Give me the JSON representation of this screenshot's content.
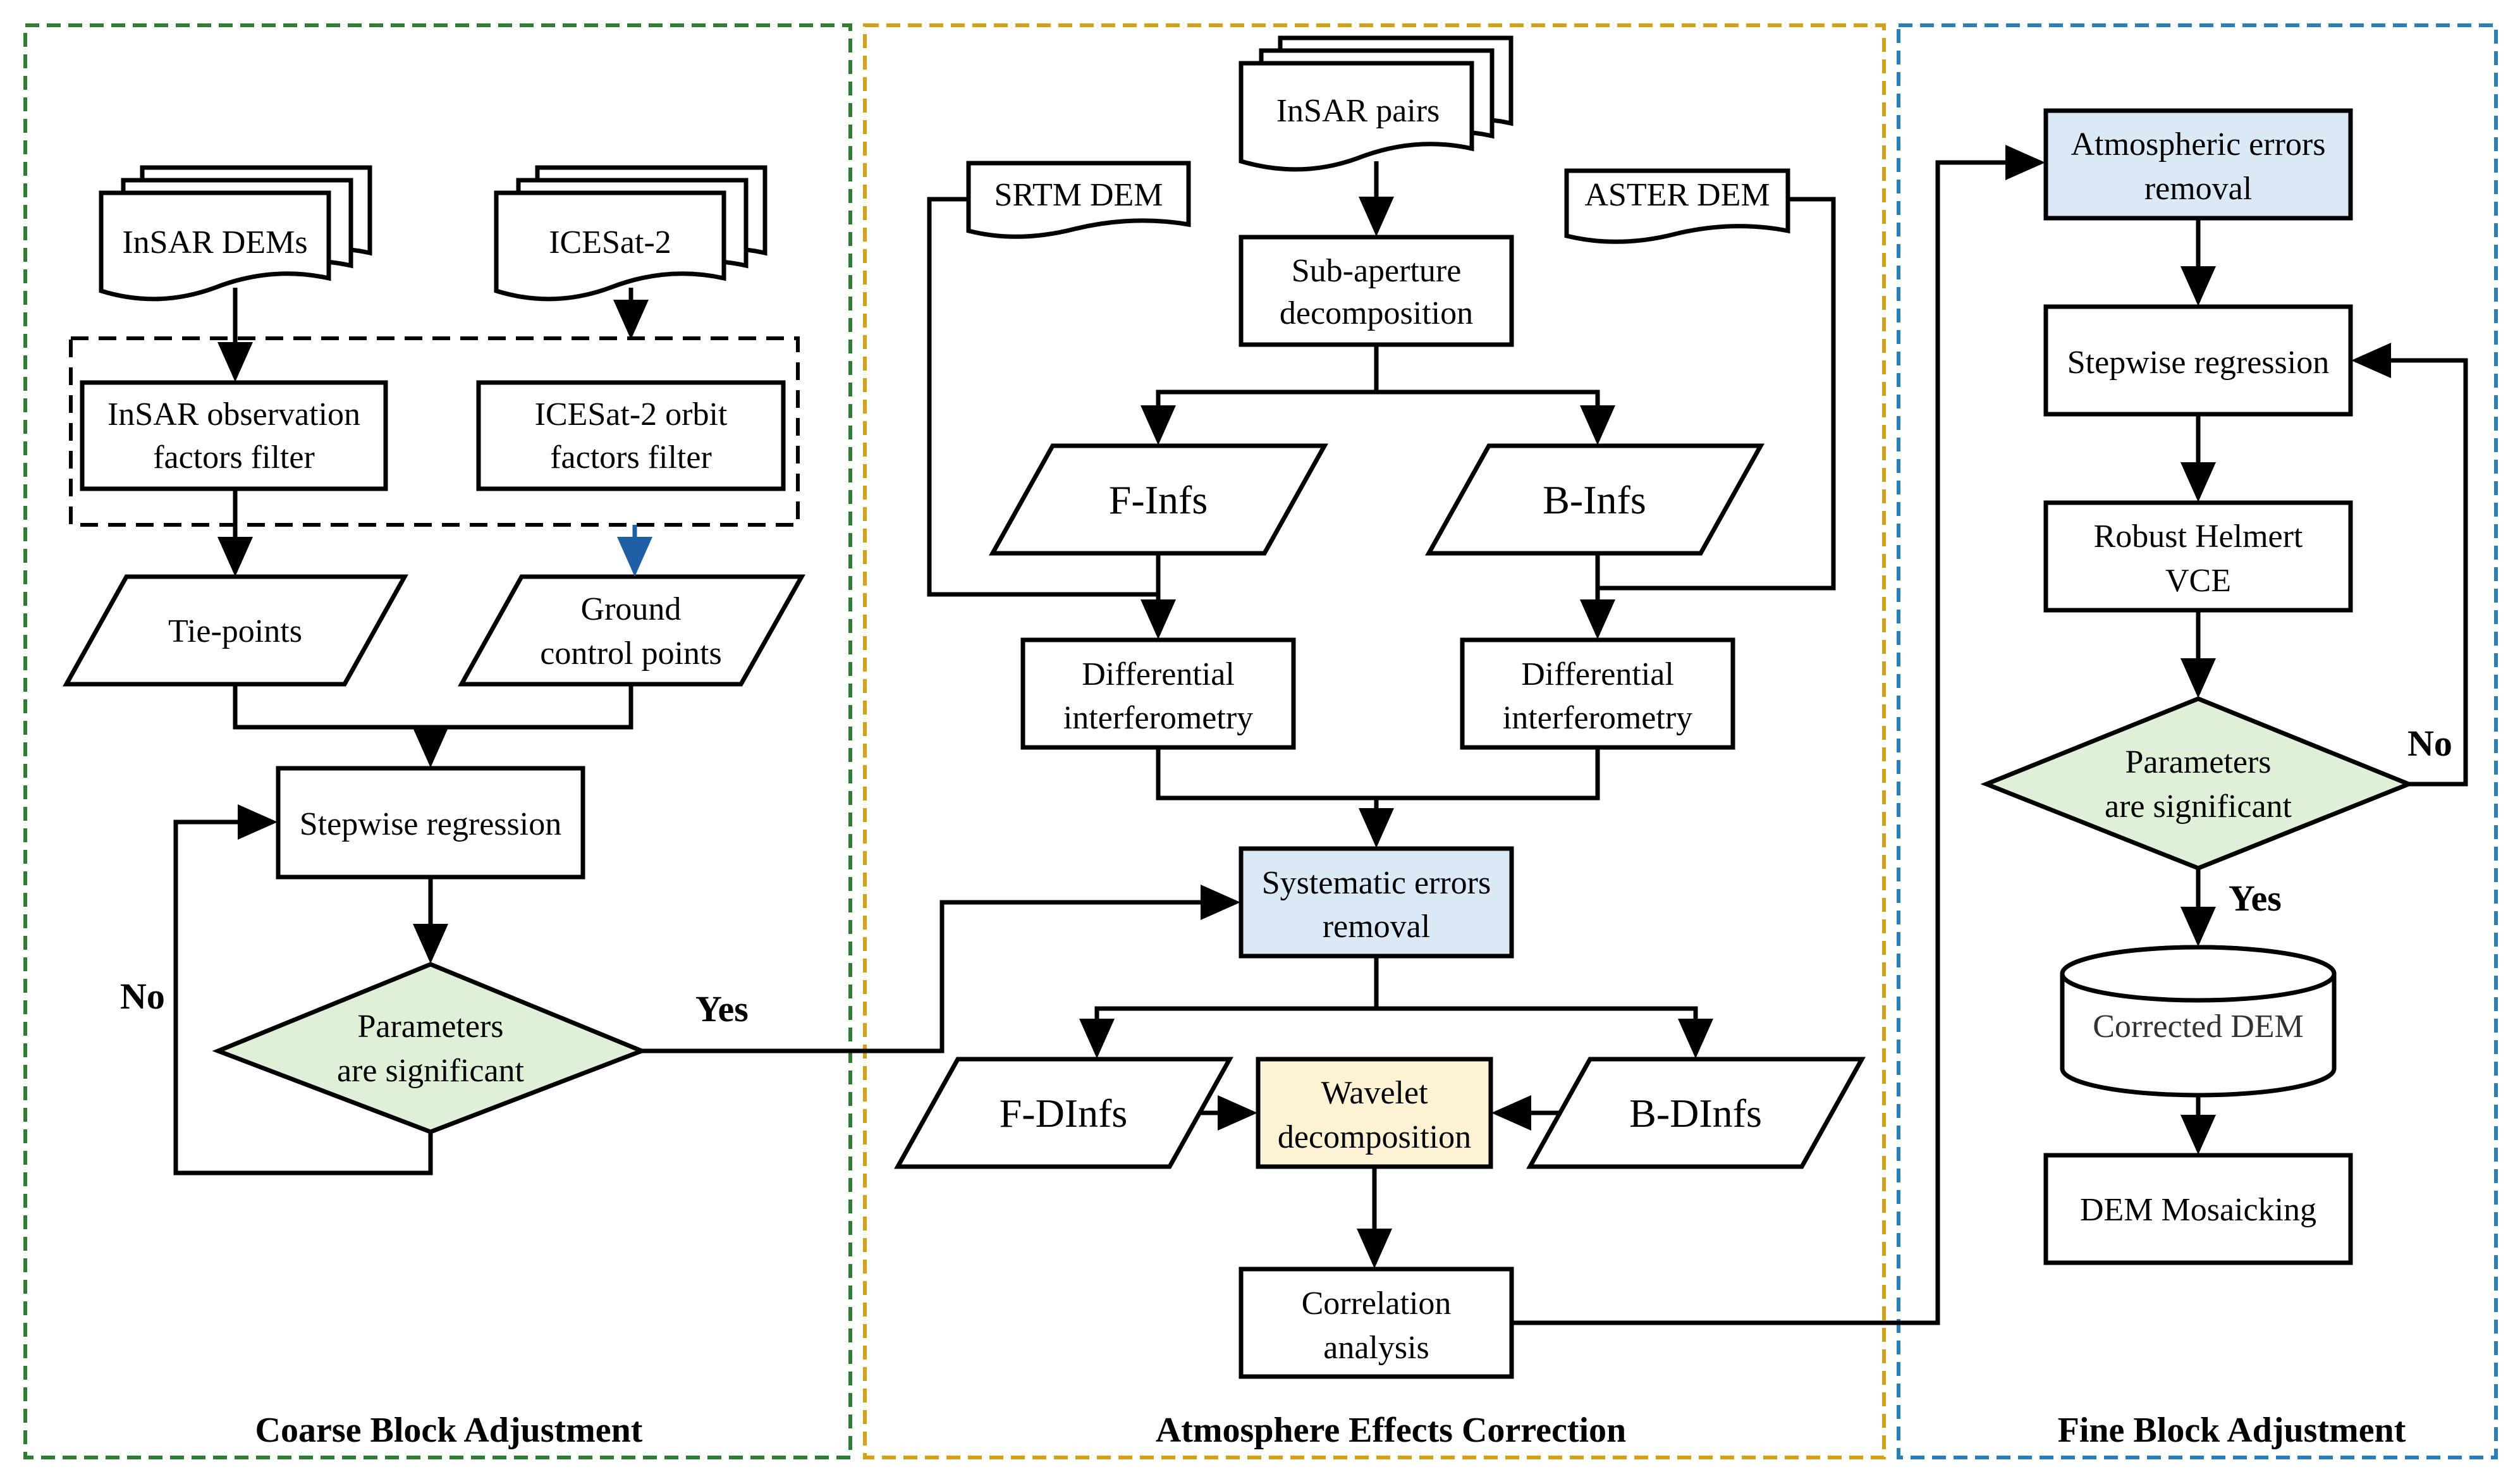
{
  "sections": {
    "coarse": {
      "title": "Coarse Block Adjustment",
      "color": "#2e7d32"
    },
    "atmosphere": {
      "title": "Atmosphere Effects Correction",
      "color": "#d4a017"
    },
    "fine": {
      "title": "Fine Block Adjustment",
      "color": "#2a7fb8"
    }
  },
  "coarse": {
    "insar_dems": "InSAR DEMs",
    "icesat2": "ICESat-2",
    "insar_filter": [
      "InSAR observation",
      "factors filter"
    ],
    "icesat_filter": [
      "ICESat-2 orbit",
      "factors filter"
    ],
    "tie_points": "Tie-points",
    "gcp": [
      "Ground",
      "control points"
    ],
    "stepwise": "Stepwise regression",
    "decision": [
      "Parameters",
      "are significant"
    ],
    "no": "No",
    "yes": "Yes"
  },
  "atmosphere": {
    "insar_pairs": "InSAR pairs",
    "srtm": "SRTM DEM",
    "aster": "ASTER DEM",
    "subaperture": [
      "Sub-aperture",
      "decomposition"
    ],
    "f_infs": "F-Infs",
    "b_infs": "B-Infs",
    "diff_left": [
      "Differential",
      "interferometry"
    ],
    "diff_right": [
      "Differential",
      "interferometry"
    ],
    "systematic": [
      "Systematic errors",
      "removal"
    ],
    "f_dinfs": "F-DInfs",
    "b_dinfs": "B-DInfs",
    "wavelet": [
      "Wavelet",
      "decomposition"
    ],
    "correlation": [
      "Correlation",
      "analysis"
    ]
  },
  "fine": {
    "atmos_removal": [
      "Atmospheric  errors",
      "removal"
    ],
    "stepwise": "Stepwise regression",
    "helmert": [
      "Robust Helmert",
      "VCE"
    ],
    "decision": [
      "Parameters",
      "are significant"
    ],
    "no": "No",
    "yes": "Yes",
    "corrected_dem": "Corrected DEM",
    "mosaicking": "DEM Mosaicking"
  }
}
